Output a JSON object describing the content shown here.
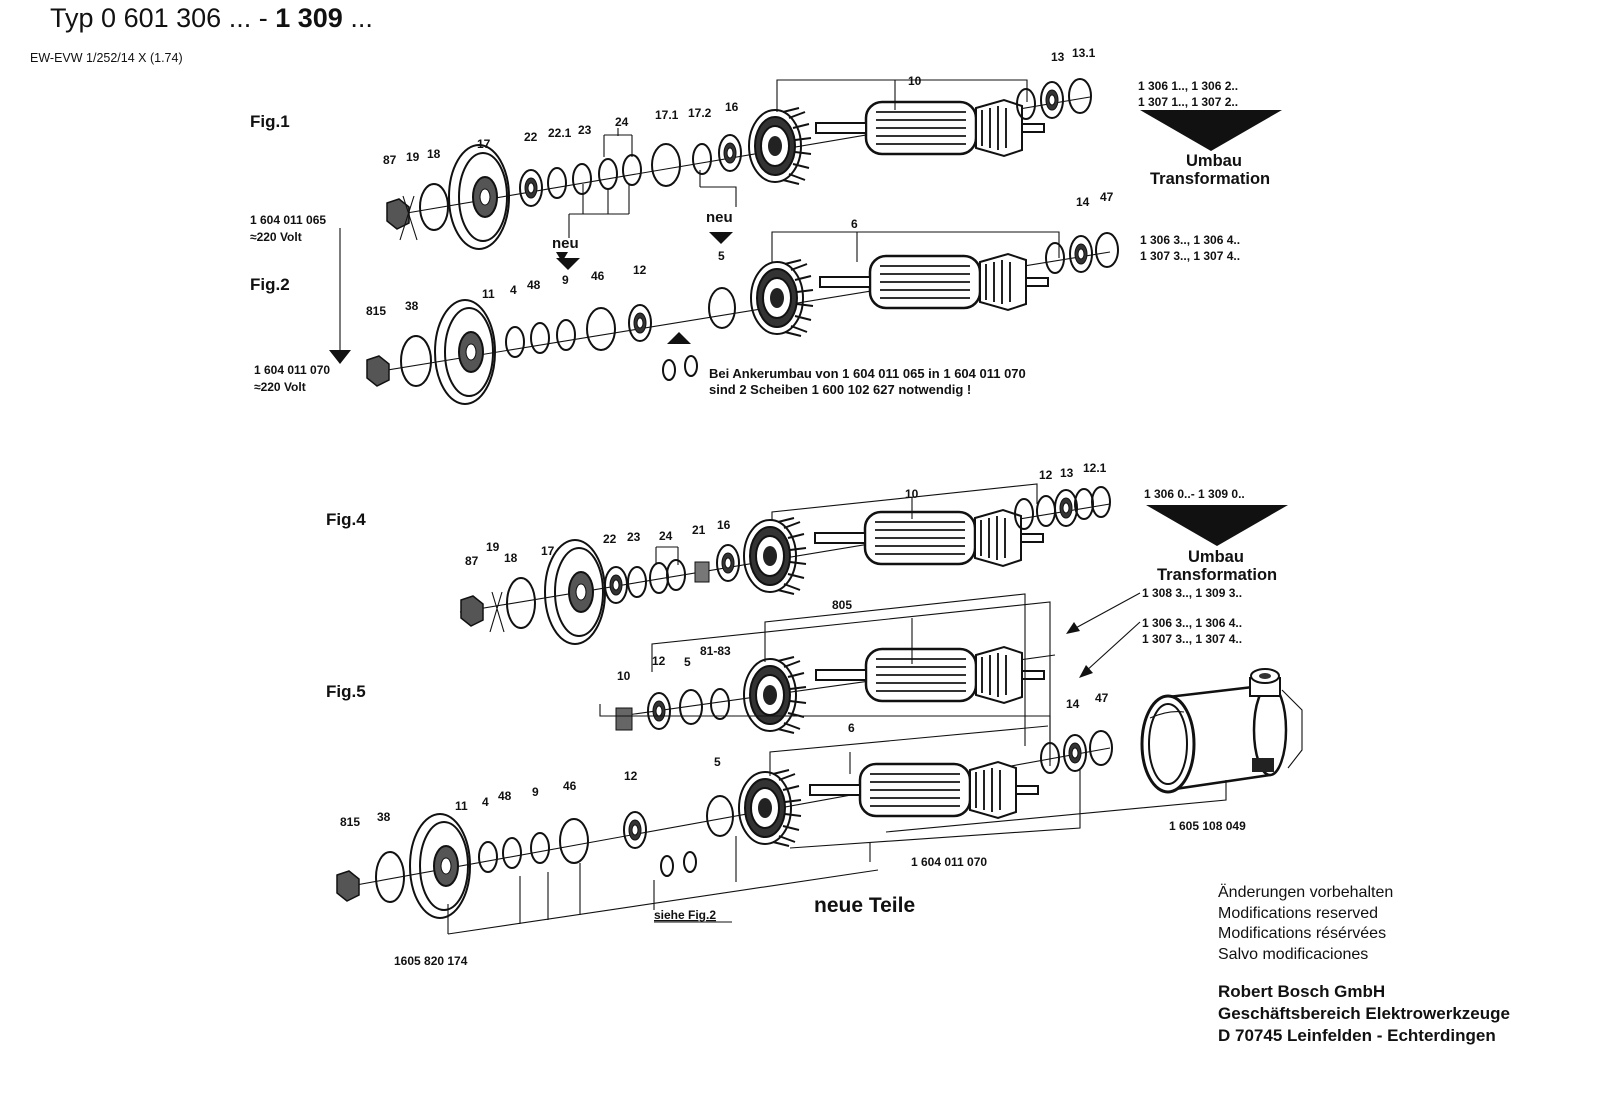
{
  "header": {
    "typ_label": "Typ",
    "typ_from": "0 601 306",
    "dots1": "...",
    "dash": "-",
    "typ_to": "1 309",
    "dots2": "...",
    "code": "EW-EVW 1/252/14 X (1.74)"
  },
  "figures": {
    "fig1": "Fig.1",
    "fig2": "Fig.2",
    "fig4": "Fig.4",
    "fig5": "Fig.5"
  },
  "fig1": {
    "labels": [
      "87",
      "19",
      "18",
      "17",
      "22",
      "22.1",
      "23",
      "24",
      "17.1",
      "17.2",
      "16",
      "10",
      "13",
      "13.1"
    ],
    "armature_a": "1 604 011 065",
    "armature_a_volt": "≈220  Volt",
    "neu": "neu",
    "variants_line1": "1 306 1.., 1 306 2..",
    "variants_line2": "1 307 1.., 1 307 2..",
    "umbau": "Umbau",
    "transformation": "Transformation"
  },
  "fig2": {
    "labels": [
      "815",
      "38",
      "11",
      "4",
      "48",
      "9",
      "46",
      "12",
      "5",
      "6",
      "14",
      "47"
    ],
    "armature_b": "1 604 011 070",
    "armature_b_volt": "≈220  Volt",
    "variants_line1": "1 306 3.., 1 306 4..",
    "variants_line2": "1 307 3.., 1 307 4..",
    "note_line1": "Bei Ankerumbau von 1 604  011 065  in 1 604  011 070",
    "note_line2": "sind 2  Scheiben  1 600 102  627  notwendig !"
  },
  "fig4": {
    "labels": [
      "87",
      "19",
      "18",
      "17",
      "22",
      "23",
      "24",
      "21",
      "16",
      "10",
      "12",
      "13",
      "12.1"
    ],
    "variants": "1 306 0..- 1 309 0..",
    "umbau": "Umbau",
    "transformation": "Transformation",
    "variants_b": "1 308 3.., 1 309 3..",
    "variants_c1": "1 306 3.., 1 306 4..",
    "variants_c2": "1 307 3.., 1 307 4.."
  },
  "fig5": {
    "labels": [
      "805",
      "10",
      "12",
      "5",
      "81-83",
      "6",
      "14",
      "47",
      "815",
      "38",
      "11",
      "4",
      "48",
      "9",
      "46",
      "12",
      "5"
    ],
    "housing_part": "1 605 108 049",
    "armature_part": "1 604  011 070",
    "bearing_part": "1605 820 174",
    "siehe": "siehe Fig.2",
    "neue_teile": "neue Teile"
  },
  "footer": {
    "mods": [
      "Änderungen vorbehalten",
      "Modifications reserved",
      "Modifications résérvées",
      "Salvo modificaciones"
    ],
    "company": [
      "Robert Bosch GmbH",
      "Geschäftsbereich Elektrowerkzeuge",
      "D 70745 Leinfelden - Echterdingen"
    ]
  }
}
